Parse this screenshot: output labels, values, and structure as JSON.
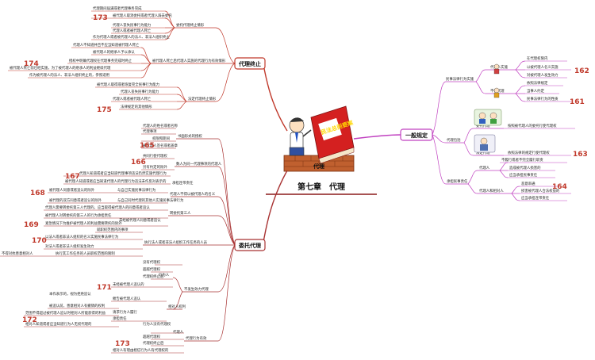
{
  "center": {
    "title": "第七章　代理",
    "illustration_text": "代理",
    "book_title": "民法总则要案"
  },
  "branches": {
    "agency_end": {
      "label": "代理终止"
    },
    "entrusted": {
      "label": "委托代理"
    },
    "general": {
      "label": "一般规定"
    }
  },
  "nodes": {
    "n_commission_end": "委托代理终止情形",
    "n_c1": "代理期间届满或者代理事务完成",
    "n_c2": "被代理人取消委托或者代理人辞去委托",
    "n_c3": "代理人丧失民事行为能力",
    "n_c4": "代理人或者被代理人死亡",
    "n_c5": "作为代理人或者被代理人的法人、非法人组织终止",
    "n_after_death": "被代理人死亡后代理人实施的代理行为有效情形",
    "n_d1": "代理人不知道并且不应当知道被代理人死亡",
    "n_d2": "被代理人的继承人予以承认",
    "n_d3": "授权中明确代理权在代理事务完成时终止",
    "n_d4": "被代理人死亡前已经实施，为了被代理人的继承人的利益继续代理",
    "n_d5": "作为被代理人的法人、非法人组织终止的，参照适用",
    "n_legal_end": "法定代理终止情形",
    "n_l1": "被代理人取得或者恢复完全民事行为能力",
    "n_l2": "代理人丧失民事行为能力",
    "n_l3": "代理人或者被代理人死亡",
    "n_l4": "法律规定的其他情形",
    "n_written": "书面形式的授权",
    "n_w1": "代理人的姓名或者名称",
    "n_w2": "代理事项",
    "n_w3": "权限和期间",
    "n_w4": "被代理人签名或者盖章",
    "n_joint": "数人为同一代理事项的代理人",
    "n_j1": "共同行使代理权",
    "n_j2": "另有约定的除外",
    "n_liab": "承担连带责任",
    "n_lb1": "代理人知道或者应当知道代理事项违法仍然实施代理行为",
    "n_lb2": "被代理人知道或者应当知道代理人的代理行为违法未作反对表示的",
    "n_self": "代理人不得以被代理人的名义",
    "n_s1": "被代理人同意或者追认的除外",
    "n_s2": "与自己实施民事法律行为",
    "n_s3": "与自己同时代理的其他人实施民事法律行为",
    "n_s4": "被代理的双方同意或者追认的除外",
    "n_sub": "转委托第三人",
    "n_sb1": "代理人需要转委托第三人代理的，应当取得被代理人的同意或者追认",
    "n_sb2": "被代理人对转委托的第三人的行为承担责任",
    "n_sb3": "紧急情况下为维护被代理人的利益需要转托的除外",
    "n_sb4": "未经被代理人同意或者追认",
    "n_emp": "执行法人或者非法人组织工作任务的人员",
    "n_e1": "就职权范围内的事项",
    "n_e2": "以法人或者非法人组织的名义实施民事法律行为",
    "n_e3": "对法人或者非法人组织发生效力",
    "n_e4": "不得对抗善意相对人",
    "n_e5": "执行其工作任务的人员职权范围的限制",
    "n_unauth": "不发生效力代理",
    "n_actor": "行为人",
    "n_u1": "没有代理权",
    "n_u2": "超越代理权",
    "n_u3": "代理权终止后",
    "n_u4": "未经被代理人追认的",
    "n_cp": "相对人权利",
    "n_cp1": "催告被代理人追认",
    "n_cp2": "被追认前，善意相对人有撤销的权利",
    "n_cp3": "请求行为人履行",
    "n_cp4": "本作表示的，视为拒绝追认",
    "n_cp5": "范围不得超过被代理人追认时相对人所能获得的利益",
    "n_cp6": "承担责任",
    "n_cp7": "相对人知道或者应当知道行为人无权代理的",
    "n_app": "代理行为有效",
    "n_a0": "代理人",
    "n_a1": "行为人没有代理权",
    "n_a2": "超越代理权",
    "n_a3": "代理权终止后",
    "n_a4": "相对人有理由相信行为人有代理权的",
    "n_civil": "民事法律行为实施",
    "n_gd1": "代理人实施",
    "n_gd2": "在代理权限内",
    "n_gd3": "以被代理人名义实施",
    "n_gd4": "对被代理人发生效力",
    "n_gd5": "依照法律规定",
    "n_gd6": "不得代理",
    "n_gd7": "当事人约定",
    "n_gd8": "民事法律行为的性质",
    "n_types": "代理包括",
    "n_t1": "委托代理",
    "n_t2": "按照被代理人的委托行使代理权",
    "n_t3": "法定代理",
    "n_t4": "依照法律的规定行使代理权",
    "n_t5": "不履行或者不完全履行职责",
    "n_resp": "承担民事责任",
    "n_r1": "代理人",
    "n_r2": "造成被代理人损害的",
    "n_r3": "应当承担民事责任",
    "n_r4": "代理人和相对人",
    "n_r5": "恶意串通",
    "n_r6": "损害被代理人合法权益的",
    "n_r7": "应当承担连带责任"
  },
  "page_numbers": {
    "p173a": "173",
    "p174": "174",
    "p175": "175",
    "p165": "165",
    "p166": "166",
    "p167": "167",
    "p168": "168",
    "p169": "169",
    "p170": "170",
    "p171": "171",
    "p172": "172",
    "p173b": "173",
    "p162": "162",
    "p161": "161",
    "p163": "163",
    "p164": "164"
  },
  "colors": {
    "left_branch": "#c0392b",
    "left_branch_lower": "#a83232",
    "right_branch": "#c040c0",
    "mid_line": "#8b1a1a",
    "page_number": "#c0392b"
  }
}
